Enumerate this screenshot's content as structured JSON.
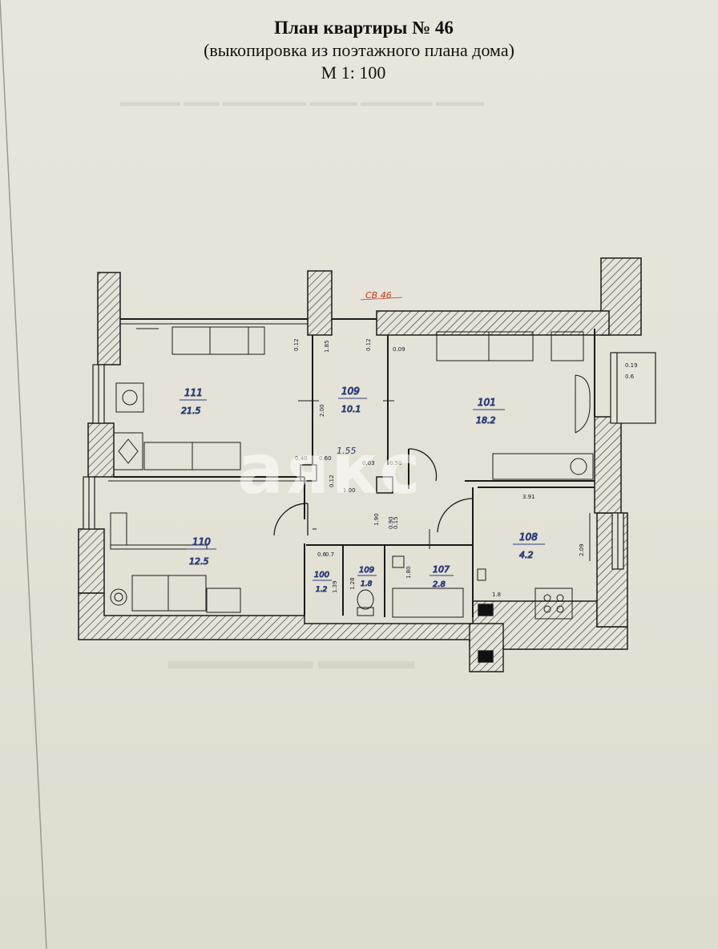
{
  "header": {
    "title": "План квартиры № 46",
    "subtitle": "(выкопировка из поэтажного плана дома)",
    "scale": "М 1: 100"
  },
  "stamp": "СВ 46",
  "watermark": "аякс",
  "rooms": [
    {
      "id": "111",
      "area": "21.5"
    },
    {
      "id": "109",
      "area": "10.1"
    },
    {
      "id": "101",
      "area": "18.2"
    },
    {
      "id": "110",
      "area": "12.5"
    },
    {
      "id": "108",
      "area": "4.2"
    },
    {
      "id": "100",
      "area": "1.2"
    },
    {
      "id": "109",
      "area": "1.8"
    },
    {
      "id": "107",
      "area": "2.8"
    }
  ],
  "dimensions": [
    "0.12",
    "1.85",
    "0.12",
    "0.09",
    "2.00",
    "1.55",
    "0.60",
    "0.12",
    "1.00",
    "0.40",
    "0.03",
    "0.50",
    "1.90",
    "0.90",
    "0.15",
    "0.6",
    "0.7",
    "1.39",
    "1.28",
    "1.80",
    "3.91",
    "2.09",
    "1.8",
    "0.19",
    "0.6"
  ],
  "colors": {
    "ink": "#2b3c7a",
    "stamp": "#c23a1e",
    "paper": "#e6e4d9"
  }
}
